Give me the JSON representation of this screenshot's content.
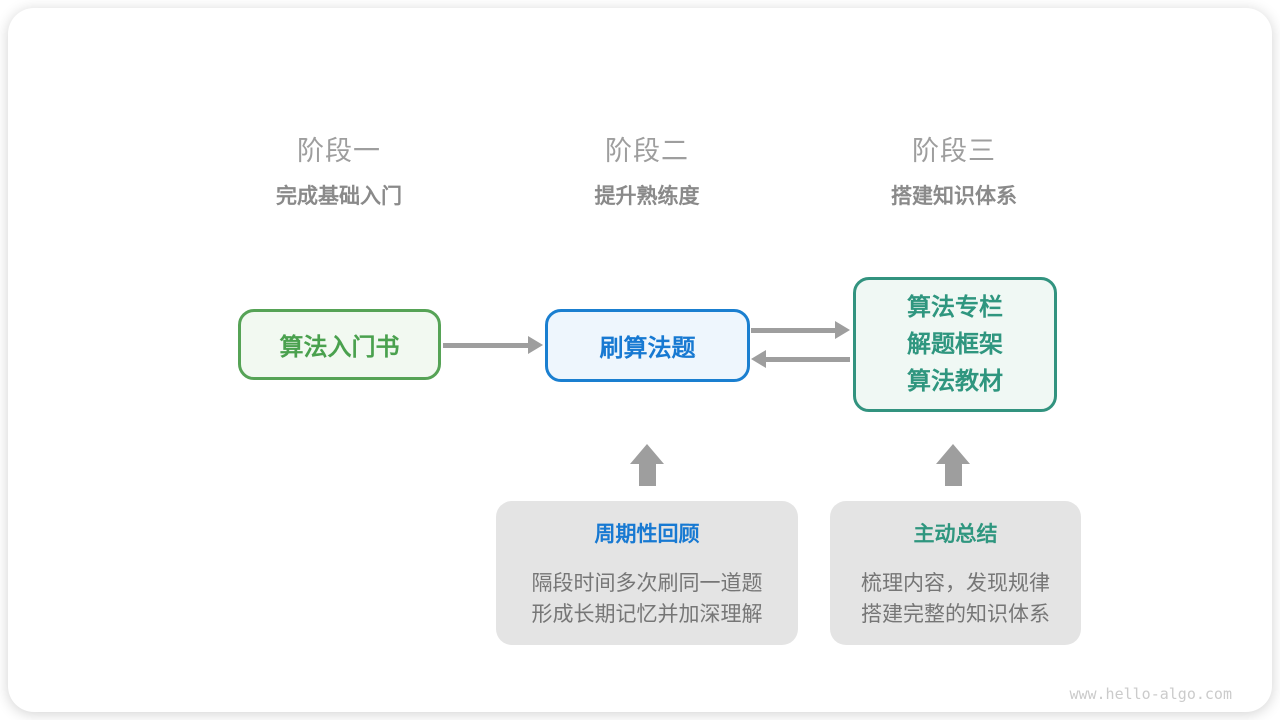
{
  "stages": [
    {
      "title": "阶段一",
      "subtitle": "完成基础入门"
    },
    {
      "title": "阶段二",
      "subtitle": "提升熟练度"
    },
    {
      "title": "阶段三",
      "subtitle": "搭建知识体系"
    }
  ],
  "flow": {
    "intro_book": {
      "label": "算法入门书"
    },
    "practice": {
      "label": "刷算法题"
    },
    "resources": {
      "lines": [
        "算法专栏",
        "解题框架",
        "算法教材"
      ]
    }
  },
  "notes": [
    {
      "title": "周期性回顾",
      "lines": [
        "隔段时间多次刷同一道题",
        "形成长期记忆并加深理解"
      ]
    },
    {
      "title": "主动总结",
      "lines": [
        "梳理内容，发现规律",
        "搭建完整的知识体系"
      ]
    }
  ],
  "watermark": "www.hello-algo.com",
  "colors": {
    "green_border": "#56a356",
    "green_bg": "#f2f9f1",
    "green_text": "#4aa14e",
    "blue_border": "#1a7fd0",
    "blue_bg": "#eef6fd",
    "blue_text": "#1779d2",
    "teal_border": "#32937f",
    "teal_bg": "#f0f8f4",
    "teal_text": "#2f967f",
    "note_bg": "#e4e4e4",
    "note_body_text": "#767676",
    "arrow": "#9e9e9e",
    "stage_title": "#9e9e9e",
    "stage_subtitle": "#8a8a8a",
    "watermark_text": "#cbcbcb",
    "card_bg": "#ffffff"
  }
}
